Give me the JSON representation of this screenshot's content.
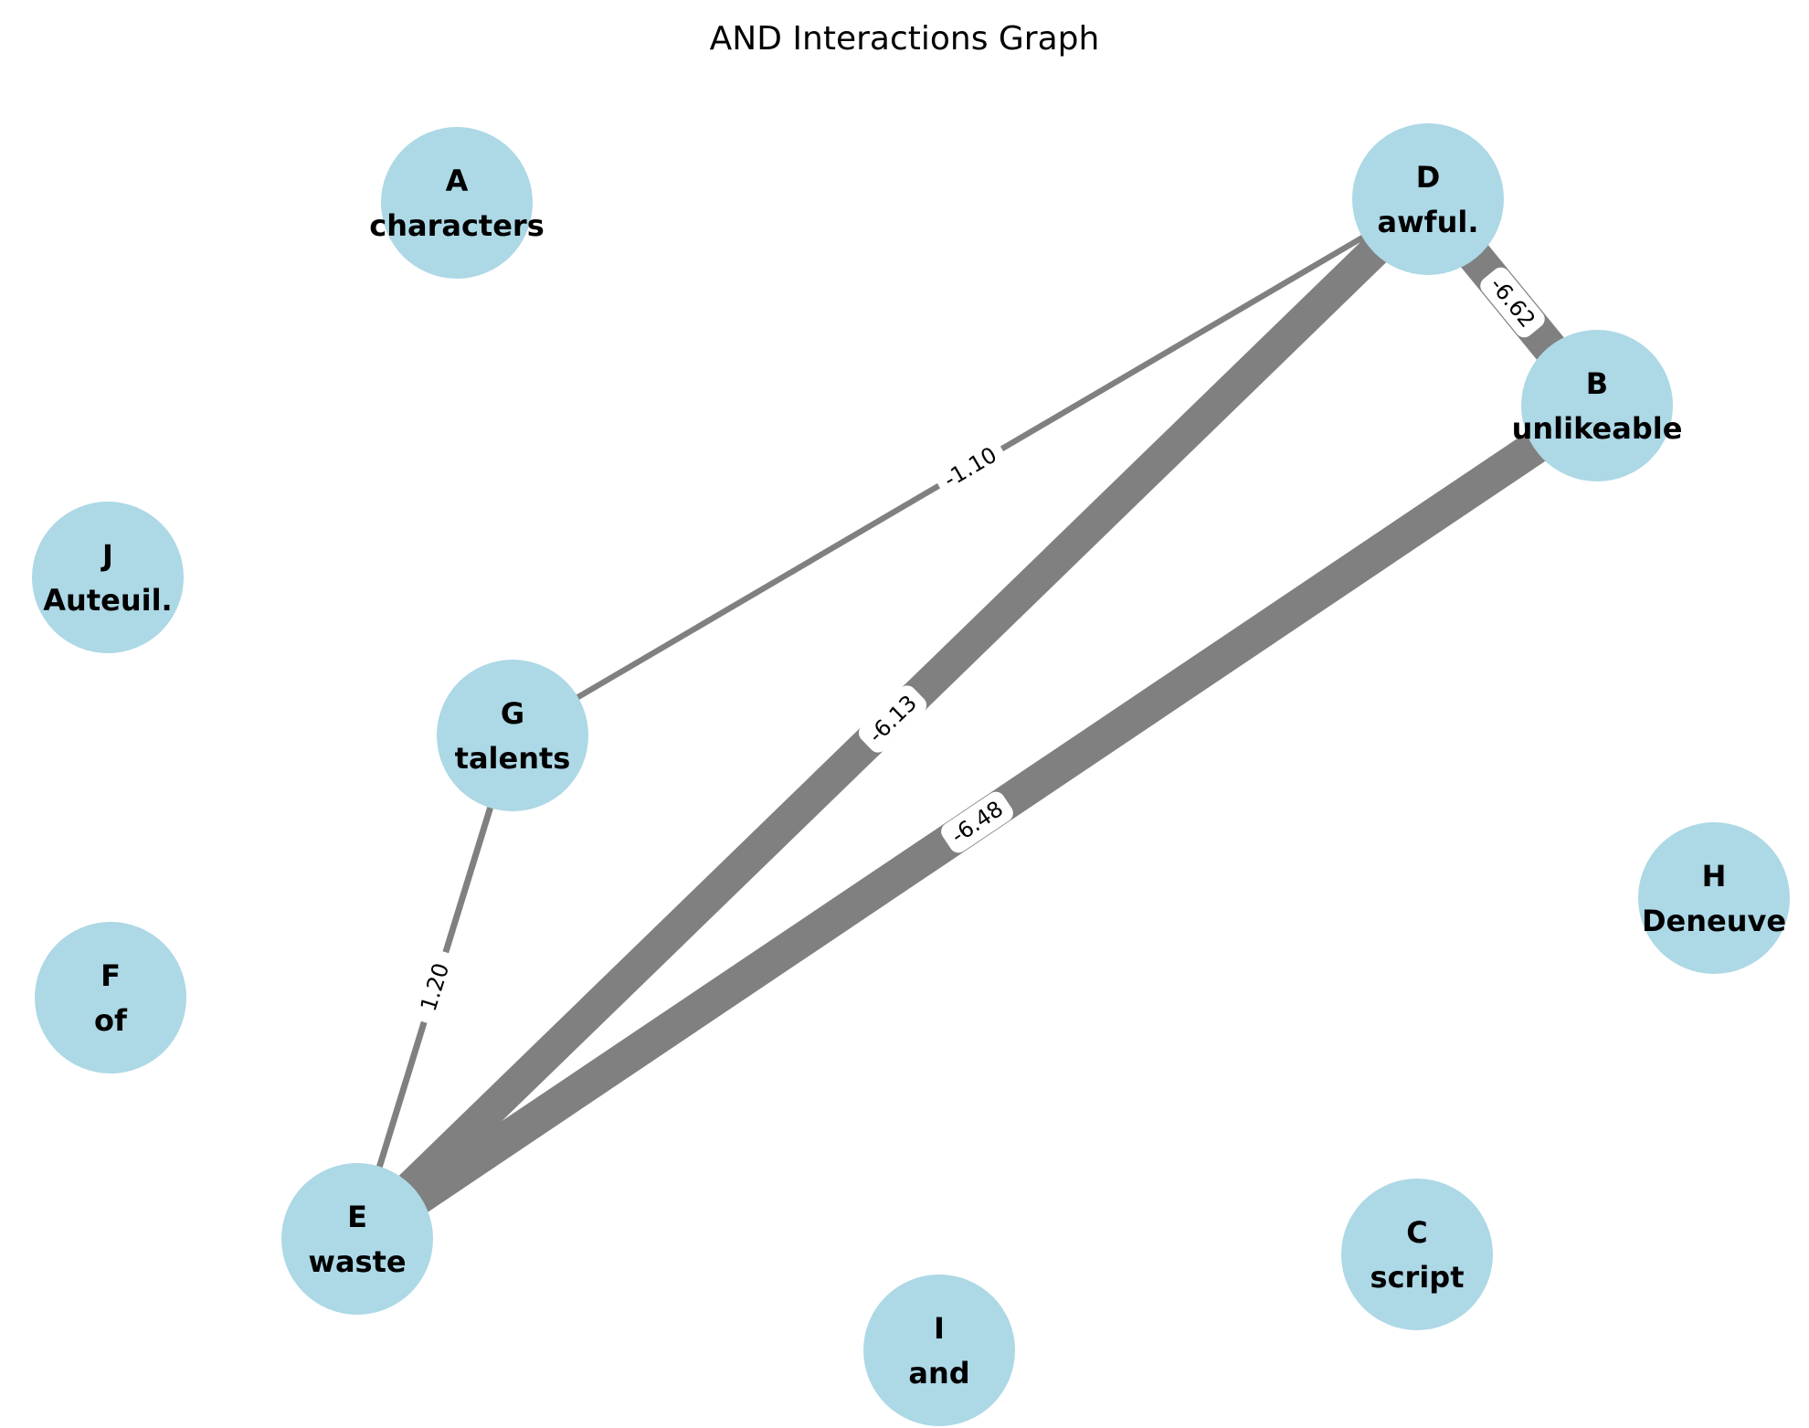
{
  "title": "AND Interactions Graph",
  "colors": {
    "node_fill": "#add8e6",
    "edge": "#808080",
    "label_bg": "#ffffff",
    "text": "#000000"
  },
  "nodes": [
    {
      "id": "A",
      "word": "characters"
    },
    {
      "id": "B",
      "word": "unlikeable"
    },
    {
      "id": "C",
      "word": "script"
    },
    {
      "id": "D",
      "word": "awful."
    },
    {
      "id": "E",
      "word": "waste"
    },
    {
      "id": "F",
      "word": "of"
    },
    {
      "id": "G",
      "word": "talents"
    },
    {
      "id": "H",
      "word": "Deneuve"
    },
    {
      "id": "I",
      "word": "and"
    },
    {
      "id": "J",
      "word": "Auteuil."
    }
  ],
  "edges": [
    {
      "source": "G",
      "target": "D",
      "weight": -1.1,
      "label": "-1.10"
    },
    {
      "source": "D",
      "target": "B",
      "weight": -6.62,
      "label": "-6.62"
    },
    {
      "source": "E",
      "target": "D",
      "weight": -6.13,
      "label": "-6.13"
    },
    {
      "source": "E",
      "target": "B",
      "weight": -6.48,
      "label": "-6.48"
    },
    {
      "source": "G",
      "target": "E",
      "weight": 1.2,
      "label": "1.20"
    }
  ]
}
